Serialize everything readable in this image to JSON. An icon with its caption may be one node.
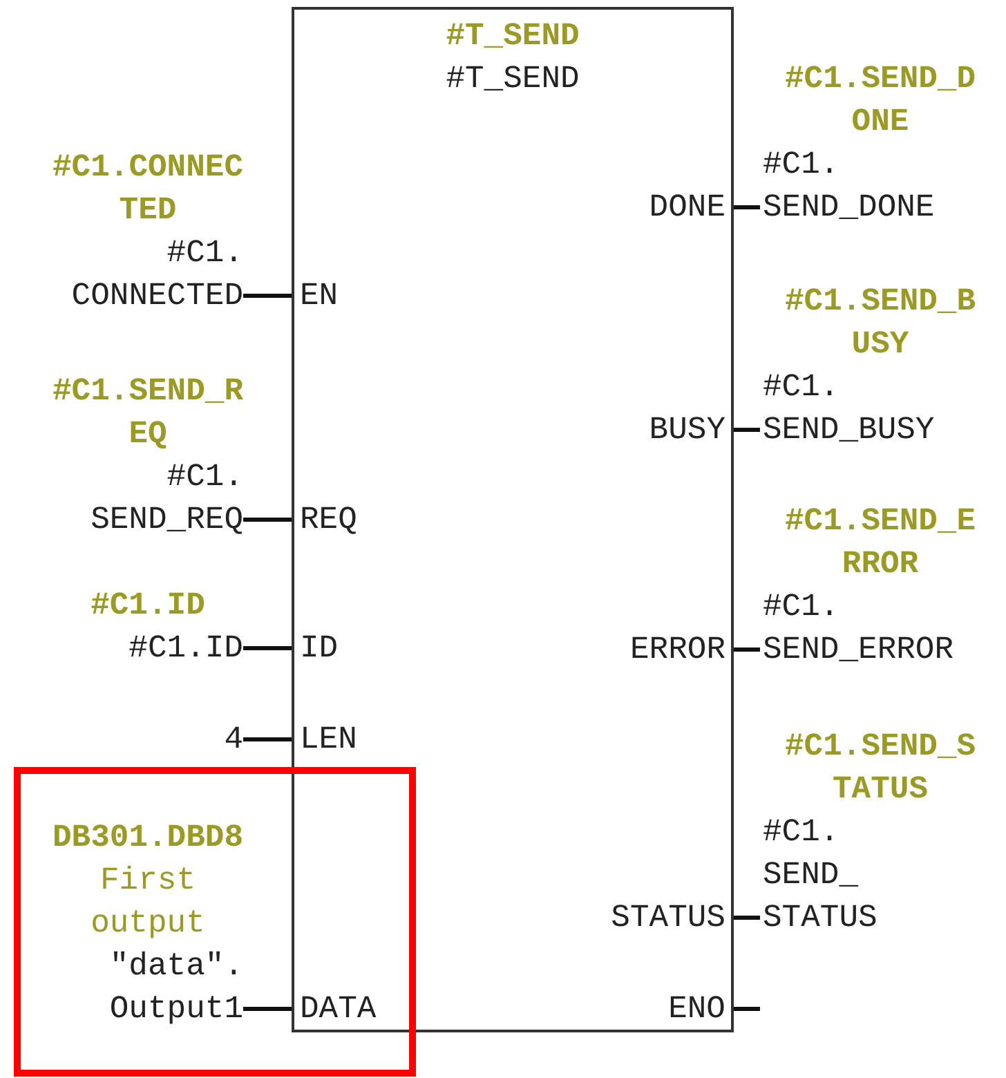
{
  "diagram": {
    "nodes": [
      {
        "text": [
          "#T_SEND",
          "#T_SEND"
        ]
      },
      {
        "text": [
          "#C1.CONNECTED",
          "#C1. CONNECTED"
        ]
      },
      {
        "text": [
          "#C1.SEND_REQ",
          "#C1. SEND_REQ"
        ]
      },
      {
        "text": [
          "#C1.ID",
          "#C1.ID"
        ]
      },
      {
        "text": [
          "4"
        ]
      },
      {
        "text": [
          "DB301.DBD8",
          "First output",
          "\"data\". Output1"
        ]
      },
      {
        "text": [
          "#C1.SEND_DONE",
          "#C1. SEND_DONE"
        ]
      },
      {
        "text": [
          "#C1.SEND_BUSY",
          "#C1. SEND_BUSY"
        ]
      },
      {
        "text": [
          "#C1.SEND_ERROR",
          "#C1. SEND_ERROR"
        ]
      },
      {
        "text": [
          "#C1.SEND_STATUS",
          "#C1. SEND_ STATUS"
        ]
      }
    ],
    "edges": [
      {
        "from": 1,
        "to": 0,
        "arrow": "none"
      },
      {
        "from": 2,
        "to": 0,
        "arrow": "none"
      },
      {
        "from": 3,
        "to": 0,
        "arrow": "none"
      },
      {
        "from": 4,
        "to": 0,
        "arrow": "none"
      },
      {
        "from": 5,
        "to": 0,
        "arrow": "none"
      },
      {
        "from": 0,
        "to": 6,
        "arrow": "none"
      },
      {
        "from": 0,
        "to": 7,
        "arrow": "none"
      },
      {
        "from": 0,
        "to": 8,
        "arrow": "none"
      },
      {
        "from": 0,
        "to": 9,
        "arrow": "none"
      },
      {
        "from": 0,
        "to": null,
        "arrow": "none"
      }
    ],
    "labels": [
      "EN",
      "REQ",
      "ID",
      "LEN",
      "DATA",
      "DONE",
      "BUSY",
      "ERROR",
      "STATUS",
      "ENO"
    ]
  }
}
